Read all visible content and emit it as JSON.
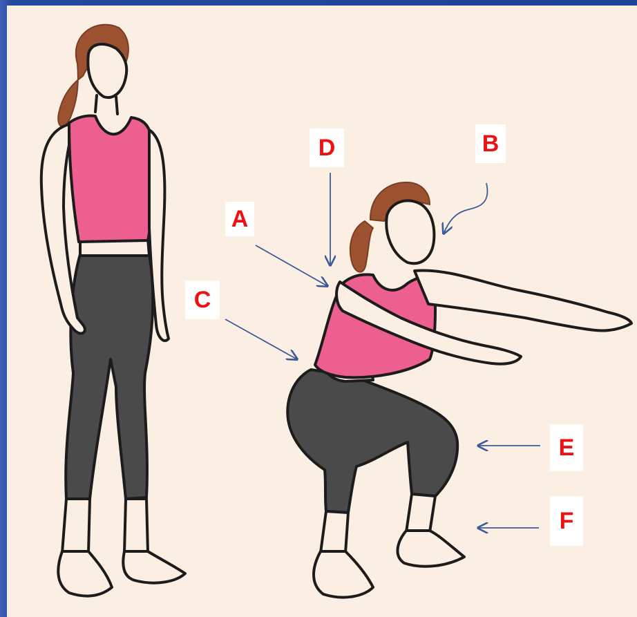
{
  "labels": {
    "A": "A",
    "B": "B",
    "C": "C",
    "D": "D",
    "E": "E",
    "F": "F"
  },
  "colors": {
    "label_text": "#ee1111",
    "arrow": "#3b5b96",
    "top": "#ec5f8f",
    "pants": "#4a4a4a",
    "hair": "#9c5230",
    "skin": "#fbeee3",
    "outline": "#1c1c1c"
  }
}
